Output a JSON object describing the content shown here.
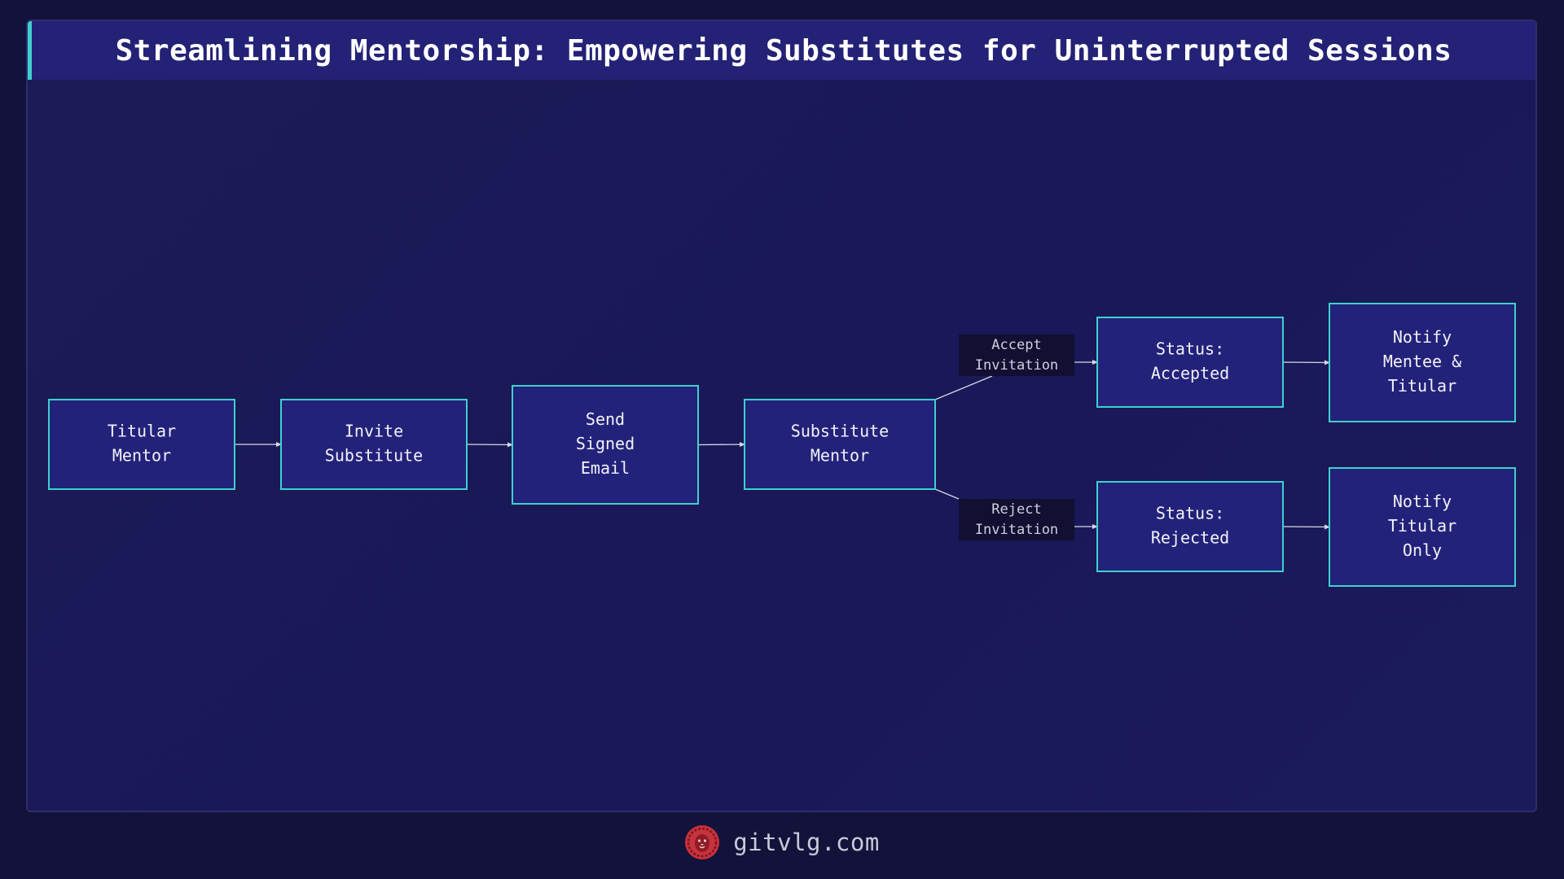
{
  "title": "Streamlining Mentorship: Empowering Substitutes for Uninterrupted Sessions",
  "colors": {
    "background": "#13123a",
    "panel": "#1c1b57",
    "title_bar": "#232276",
    "accent": "#3fd0cc",
    "node_fill": "#23227a",
    "edge": "#d8d8e6",
    "edge_label_bg": "#111033",
    "logo": "#c8323c"
  },
  "diagram": {
    "nodes": [
      {
        "id": "titular-mentor",
        "lines": [
          "Titular",
          "Mentor"
        ]
      },
      {
        "id": "invite-substitute",
        "lines": [
          "Invite",
          "Substitute"
        ]
      },
      {
        "id": "send-signed-email",
        "lines": [
          "Send",
          "Signed",
          "Email"
        ]
      },
      {
        "id": "substitute-mentor",
        "lines": [
          "Substitute",
          "Mentor"
        ]
      },
      {
        "id": "status-accepted",
        "lines": [
          "Status:",
          "Accepted"
        ]
      },
      {
        "id": "notify-mentee-titular",
        "lines": [
          "Notify",
          "Mentee &",
          "Titular"
        ]
      },
      {
        "id": "status-rejected",
        "lines": [
          "Status:",
          "Rejected"
        ]
      },
      {
        "id": "notify-titular-only",
        "lines": [
          "Notify",
          "Titular",
          "Only"
        ]
      }
    ],
    "edges": [
      {
        "from": "titular-mentor",
        "to": "invite-substitute"
      },
      {
        "from": "invite-substitute",
        "to": "send-signed-email"
      },
      {
        "from": "send-signed-email",
        "to": "substitute-mentor"
      },
      {
        "from": "substitute-mentor",
        "to": "status-accepted",
        "label": [
          "Accept",
          "Invitation"
        ]
      },
      {
        "from": "substitute-mentor",
        "to": "status-rejected",
        "label": [
          "Reject",
          "Invitation"
        ]
      },
      {
        "from": "status-accepted",
        "to": "notify-mentee-titular"
      },
      {
        "from": "status-rejected",
        "to": "notify-titular-only"
      }
    ]
  },
  "footer": {
    "site": "gitvlg.com",
    "logo_icon": "lion-head-icon"
  }
}
